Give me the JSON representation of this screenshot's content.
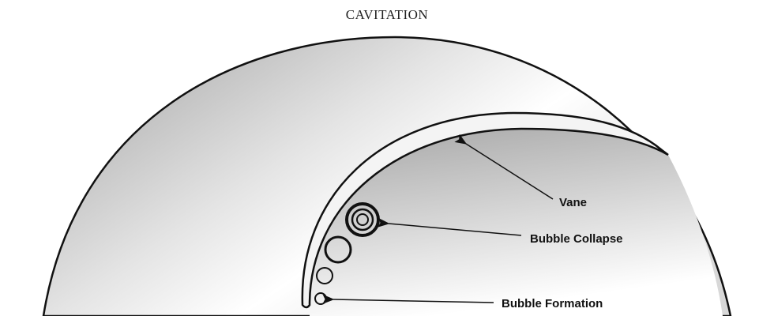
{
  "title": "CAVITATION",
  "labels": {
    "vane": "Vane",
    "bubble_collapse": "Bubble Collapse",
    "bubble_formation": "Bubble Formation"
  },
  "colors": {
    "stroke": "#111111",
    "shade_dark": "#a8a8a8",
    "shade_light": "#ffffff"
  }
}
